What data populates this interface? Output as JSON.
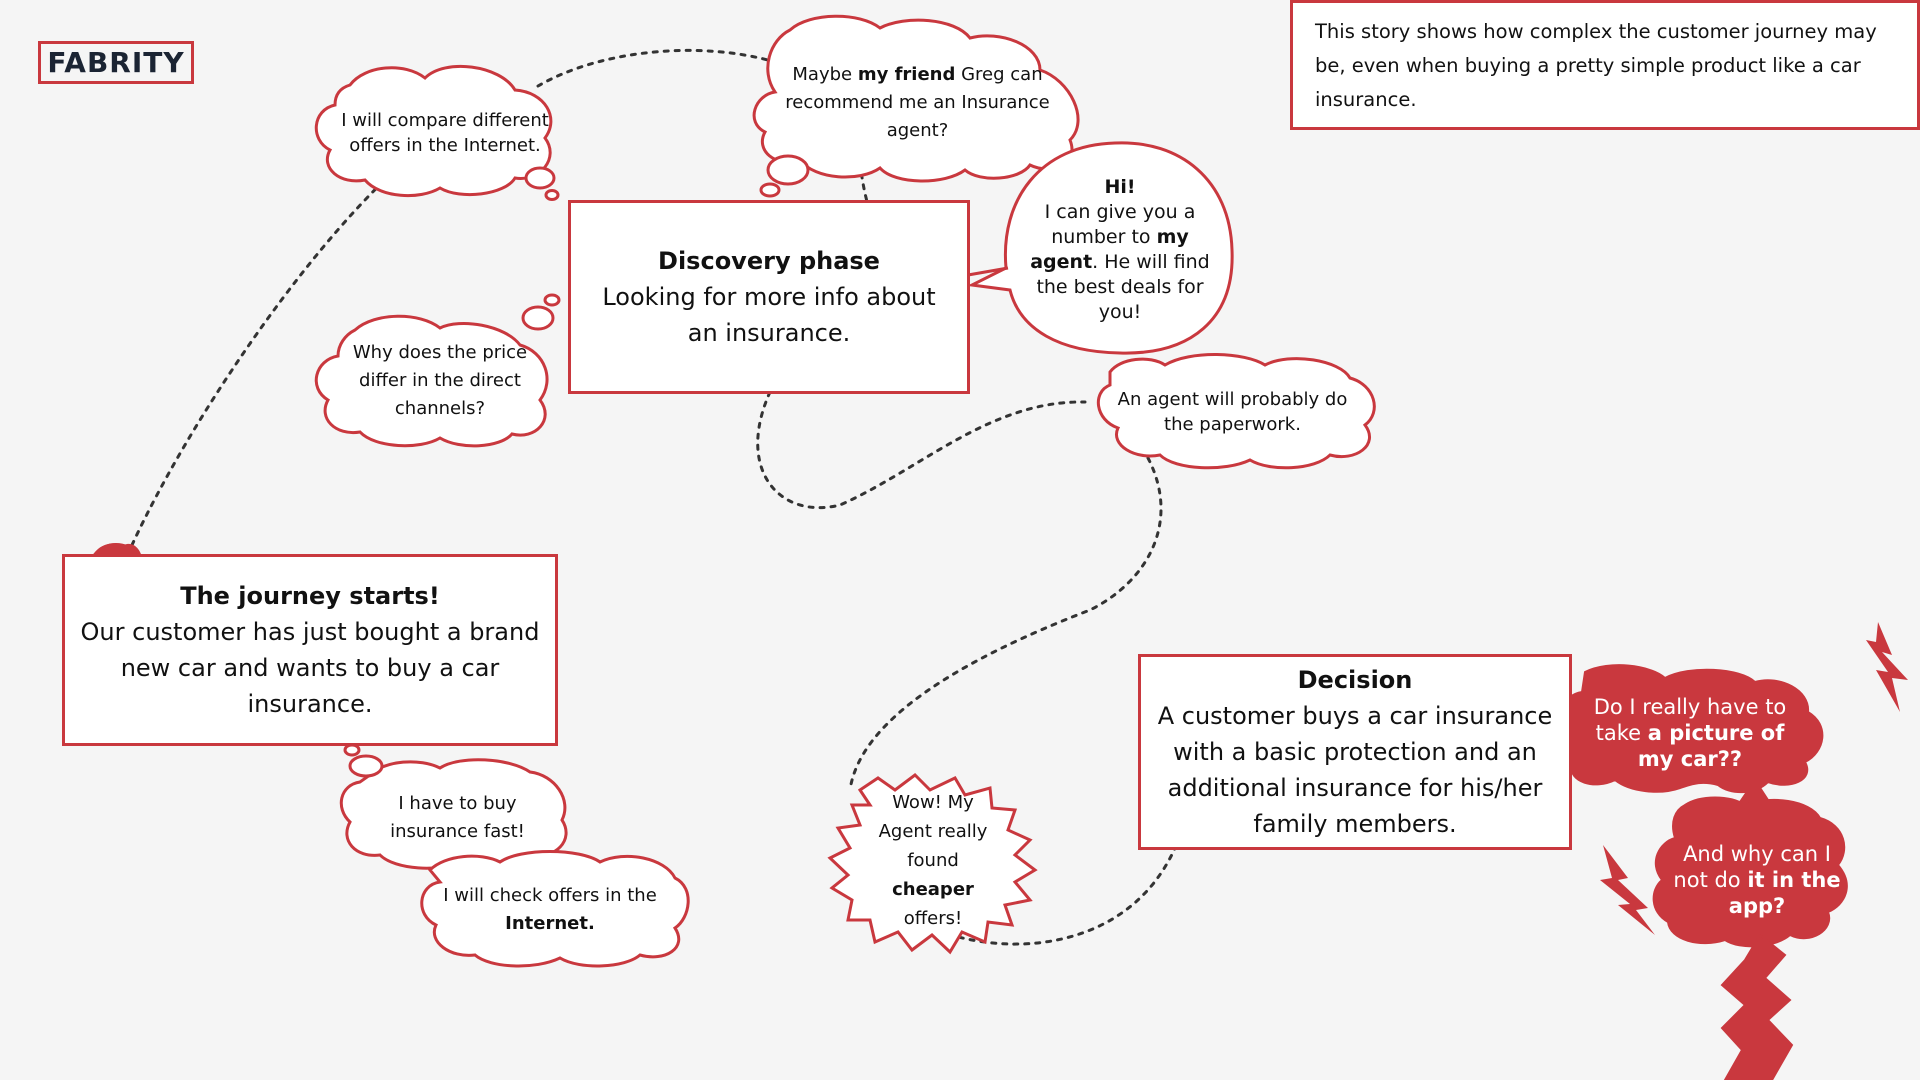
{
  "logo": "FABRITY",
  "note": "This story shows how complex the customer journey may be, even when buying a pretty simple product like a car insurance.",
  "boxes": {
    "start": {
      "title": "The journey starts!",
      "text": "Our customer has just bought a brand new car and wants to buy a car insurance."
    },
    "discovery": {
      "title": "Discovery phase",
      "text": "Looking for more info about an insurance."
    },
    "decision": {
      "title": "Decision",
      "text": "A customer buys a car insurance with a basic protection and an additional insurance for his/her family members."
    }
  },
  "thoughts": {
    "compare": {
      "text": "I will compare different offers in the Internet."
    },
    "friend": {
      "pre": "Maybe ",
      "bold": "my friend",
      "post": " Greg can recommend me an Insurance agent?"
    },
    "price": {
      "text": "Why does the price differ in the direct channels?"
    },
    "agent_paperwork": {
      "text": "An agent will probably do the paperwork."
    },
    "buy_fast": {
      "text": "I have to buy insurance fast!"
    },
    "check_offers": {
      "pre": "I will check offers in the ",
      "bold": "Internet."
    }
  },
  "speech": {
    "friend_reply": {
      "line1": "Hi!",
      "pre": "I can give you a number to ",
      "bold": "my agent",
      "post": ". He will find the best deals for you!"
    }
  },
  "exclaim": {
    "pre": "Wow! My Agent really found ",
    "bold": "cheaper",
    "post": " offers!"
  },
  "frustration": {
    "picture": {
      "pre": "Do I really have to take ",
      "bold": "a picture of my car??"
    },
    "app": {
      "pre": "And why can I not do ",
      "bold": "it in the app?"
    }
  },
  "colors": {
    "accent": "#c9383e",
    "text": "#111111",
    "logo_text": "#1b2433",
    "background": "#f5f5f5"
  }
}
